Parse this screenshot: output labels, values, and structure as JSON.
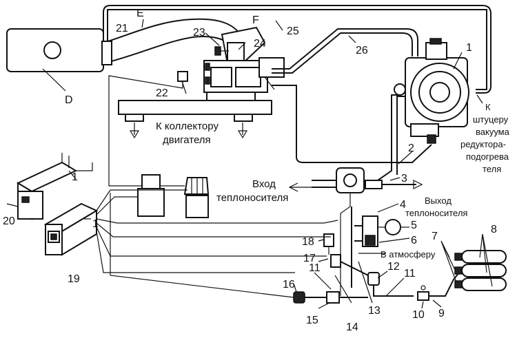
{
  "labels": {
    "n1_top": "1",
    "n1_left": "1",
    "n1_left2": "1",
    "n2": "2",
    "n3": "3",
    "n4": "4",
    "n5": "5",
    "n6": "6",
    "n7": "7",
    "n8": "8",
    "n9": "9",
    "n10": "10",
    "n11a": "11",
    "n11b": "11",
    "n12": "12",
    "n13": "13",
    "n14": "14",
    "n15": "15",
    "n16": "16",
    "n17": "17",
    "n18": "18",
    "n19": "19",
    "n20": "20",
    "n21": "21",
    "n22": "22",
    "n23": "23",
    "n24": "24",
    "n25": "25",
    "n26": "26",
    "letter_d": "D",
    "letter_e": "E",
    "letter_f": "F"
  },
  "text": {
    "collector_line1": "К коллектору",
    "collector_line2": "двигателя",
    "inlet_line1": "Вход",
    "inlet_line2": "теплоносителя",
    "outlet_line1": "Выход",
    "outlet_line2": "теплоносителя",
    "atmosphere": "В атмосферу",
    "reducer_line1": "К",
    "reducer_line2": "штуцеру",
    "reducer_line3": "вакуума",
    "reducer_line4": "редуктора-",
    "reducer_line5": "подогрева",
    "reducer_line6": "теля"
  }
}
